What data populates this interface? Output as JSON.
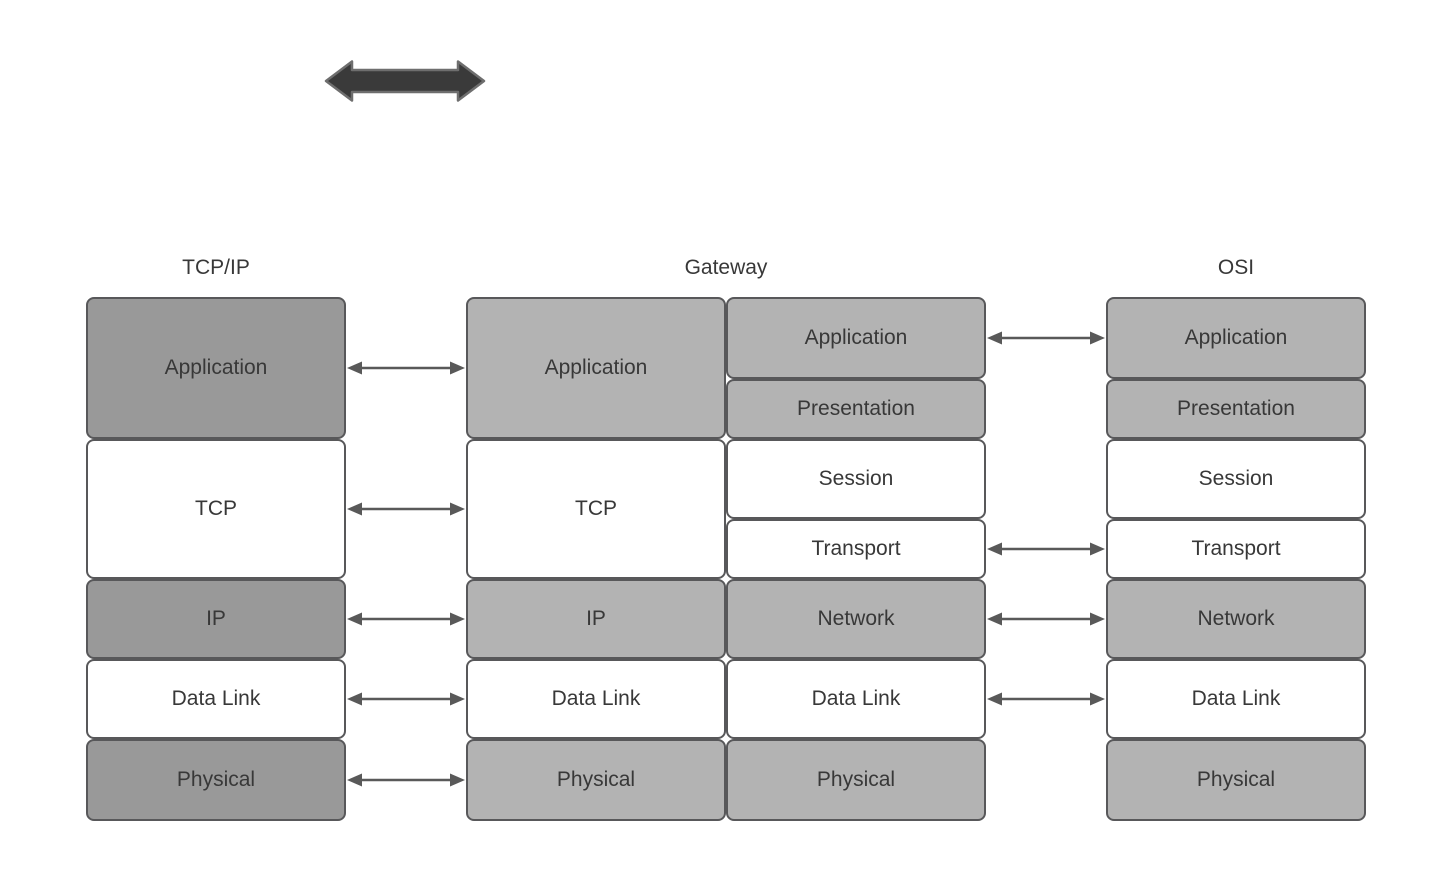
{
  "colors": {
    "background": "#ffffff",
    "dark_gray": "#999999",
    "medium_gray": "#b3b3b3",
    "white": "#ffffff",
    "border": "#58585a",
    "connector_arrow": "#595959",
    "thick_arrow_fill": "#3a3a3a",
    "thick_arrow_stroke": "#6e6e6e",
    "text": "#383838"
  },
  "thick_arrow": {
    "name": "double-headed-arrow"
  },
  "columns": [
    {
      "id": "tcpip",
      "title": "TCP/IP",
      "sub": [
        {
          "id": "tcpip-stack",
          "layers": [
            {
              "label": "Application",
              "tone": "dark"
            },
            {
              "label": "TCP",
              "tone": "white"
            },
            {
              "label": "IP",
              "tone": "dark"
            },
            {
              "label": "Data Link",
              "tone": "white"
            },
            {
              "label": "Physical",
              "tone": "dark"
            }
          ]
        }
      ]
    },
    {
      "id": "gateway",
      "title": "Gateway",
      "sub": [
        {
          "id": "gateway-left-stack",
          "layers": [
            {
              "label": "Application",
              "tone": "mid"
            },
            {
              "label": "TCP",
              "tone": "white"
            },
            {
              "label": "IP",
              "tone": "mid"
            },
            {
              "label": "Data Link",
              "tone": "white"
            },
            {
              "label": "Physical",
              "tone": "mid"
            }
          ]
        },
        {
          "id": "gateway-right-stack",
          "layers": [
            {
              "label": "Application",
              "tone": "mid"
            },
            {
              "label": "Presentation",
              "tone": "mid"
            },
            {
              "label": "Session",
              "tone": "white"
            },
            {
              "label": "Transport",
              "tone": "white"
            },
            {
              "label": "Network",
              "tone": "mid"
            },
            {
              "label": "Data Link",
              "tone": "white"
            },
            {
              "label": "Physical",
              "tone": "mid"
            }
          ]
        }
      ]
    },
    {
      "id": "osi",
      "title": "OSI",
      "sub": [
        {
          "id": "osi-stack",
          "layers": [
            {
              "label": "Application",
              "tone": "mid"
            },
            {
              "label": "Presentation",
              "tone": "mid"
            },
            {
              "label": "Session",
              "tone": "white"
            },
            {
              "label": "Transport",
              "tone": "white"
            },
            {
              "label": "Network",
              "tone": "mid"
            },
            {
              "label": "Data Link",
              "tone": "white"
            },
            {
              "label": "Physical",
              "tone": "mid"
            }
          ]
        }
      ]
    }
  ],
  "connectors": [
    {
      "side": "left",
      "between": "tcpip-gateway",
      "at": "Application"
    },
    {
      "side": "left",
      "between": "tcpip-gateway",
      "at": "TCP"
    },
    {
      "side": "left",
      "between": "tcpip-gateway",
      "at": "IP"
    },
    {
      "side": "left",
      "between": "tcpip-gateway",
      "at": "Data Link"
    },
    {
      "side": "left",
      "between": "tcpip-gateway",
      "at": "Physical"
    },
    {
      "side": "right",
      "between": "gateway-osi",
      "at": "Application"
    },
    {
      "side": "right",
      "between": "gateway-osi",
      "at": "Transport"
    },
    {
      "side": "right",
      "between": "gateway-osi",
      "at": "Network"
    },
    {
      "side": "right",
      "between": "gateway-osi",
      "at": "Data Link"
    }
  ]
}
